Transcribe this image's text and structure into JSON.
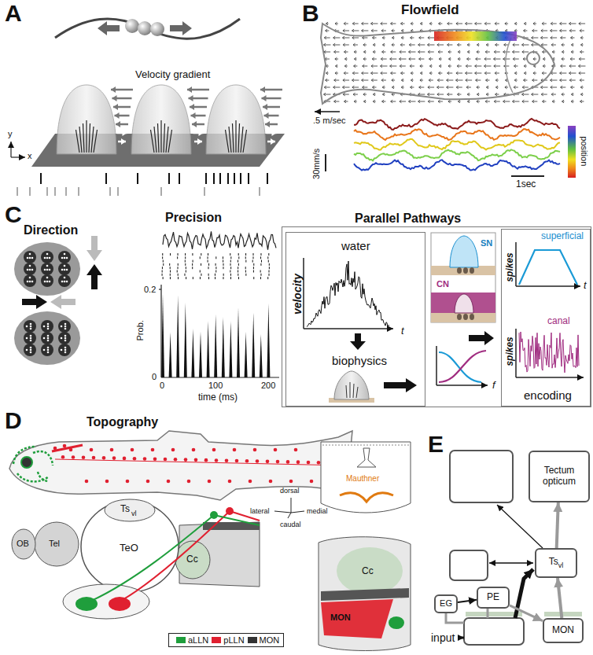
{
  "diagram": {
    "nodes": [
      {
        "text": [
          "Parallel Pathways",
          "SN",
          "CN",
          "f"
        ]
      },
      {
        "text": [
          "water",
          "velocity",
          "t",
          "biophysics"
        ],
        "in": 0
      },
      {
        "text": [
          "superficial",
          "spikes",
          "t",
          "canal",
          "spikes",
          "encoding"
        ],
        "in": 0
      },
      {
        "text": [
          "Tectum opticum"
        ]
      },
      {
        "text": [
          "Ts",
          "vl"
        ]
      },
      {
        "text": [
          "PE"
        ]
      },
      {
        "text": [
          "EG"
        ]
      },
      {
        "text": [
          "MON"
        ]
      }
    ],
    "edges": [
      {
        "from": 4,
        "to": 3,
        "arrow": "to"
      },
      {
        "from": 7,
        "to": 4,
        "arrow": "to"
      },
      {
        "from": 6,
        "to": 5,
        "arrow": "to"
      },
      {
        "from": 5,
        "to": 7,
        "arrow": "to"
      }
    ],
    "labels": [
      "A",
      "Velocity gradient",
      "y",
      "x",
      "B",
      "Flowfield",
      ".5 m/sec",
      "position",
      "30mm/s",
      "1sec",
      "C",
      "Direction",
      "Precision",
      "Prob.",
      "0.2",
      "0",
      "0",
      "100",
      "200",
      "time (ms)",
      "D",
      "Topography",
      "OB",
      "Tel",
      "TeO",
      "Ts",
      "vl",
      "Cc",
      "dorsal",
      "lateral",
      "medial",
      "caudal",
      "Mauthner",
      "Cc",
      "MON",
      "E",
      "input"
    ],
    "legend": [
      {
        "text": "aLLN",
        "color": "#1f9e3c"
      },
      {
        "text": "pLLN",
        "color": "#e02030"
      },
      {
        "text": "MON",
        "color": "#333333"
      }
    ]
  }
}
